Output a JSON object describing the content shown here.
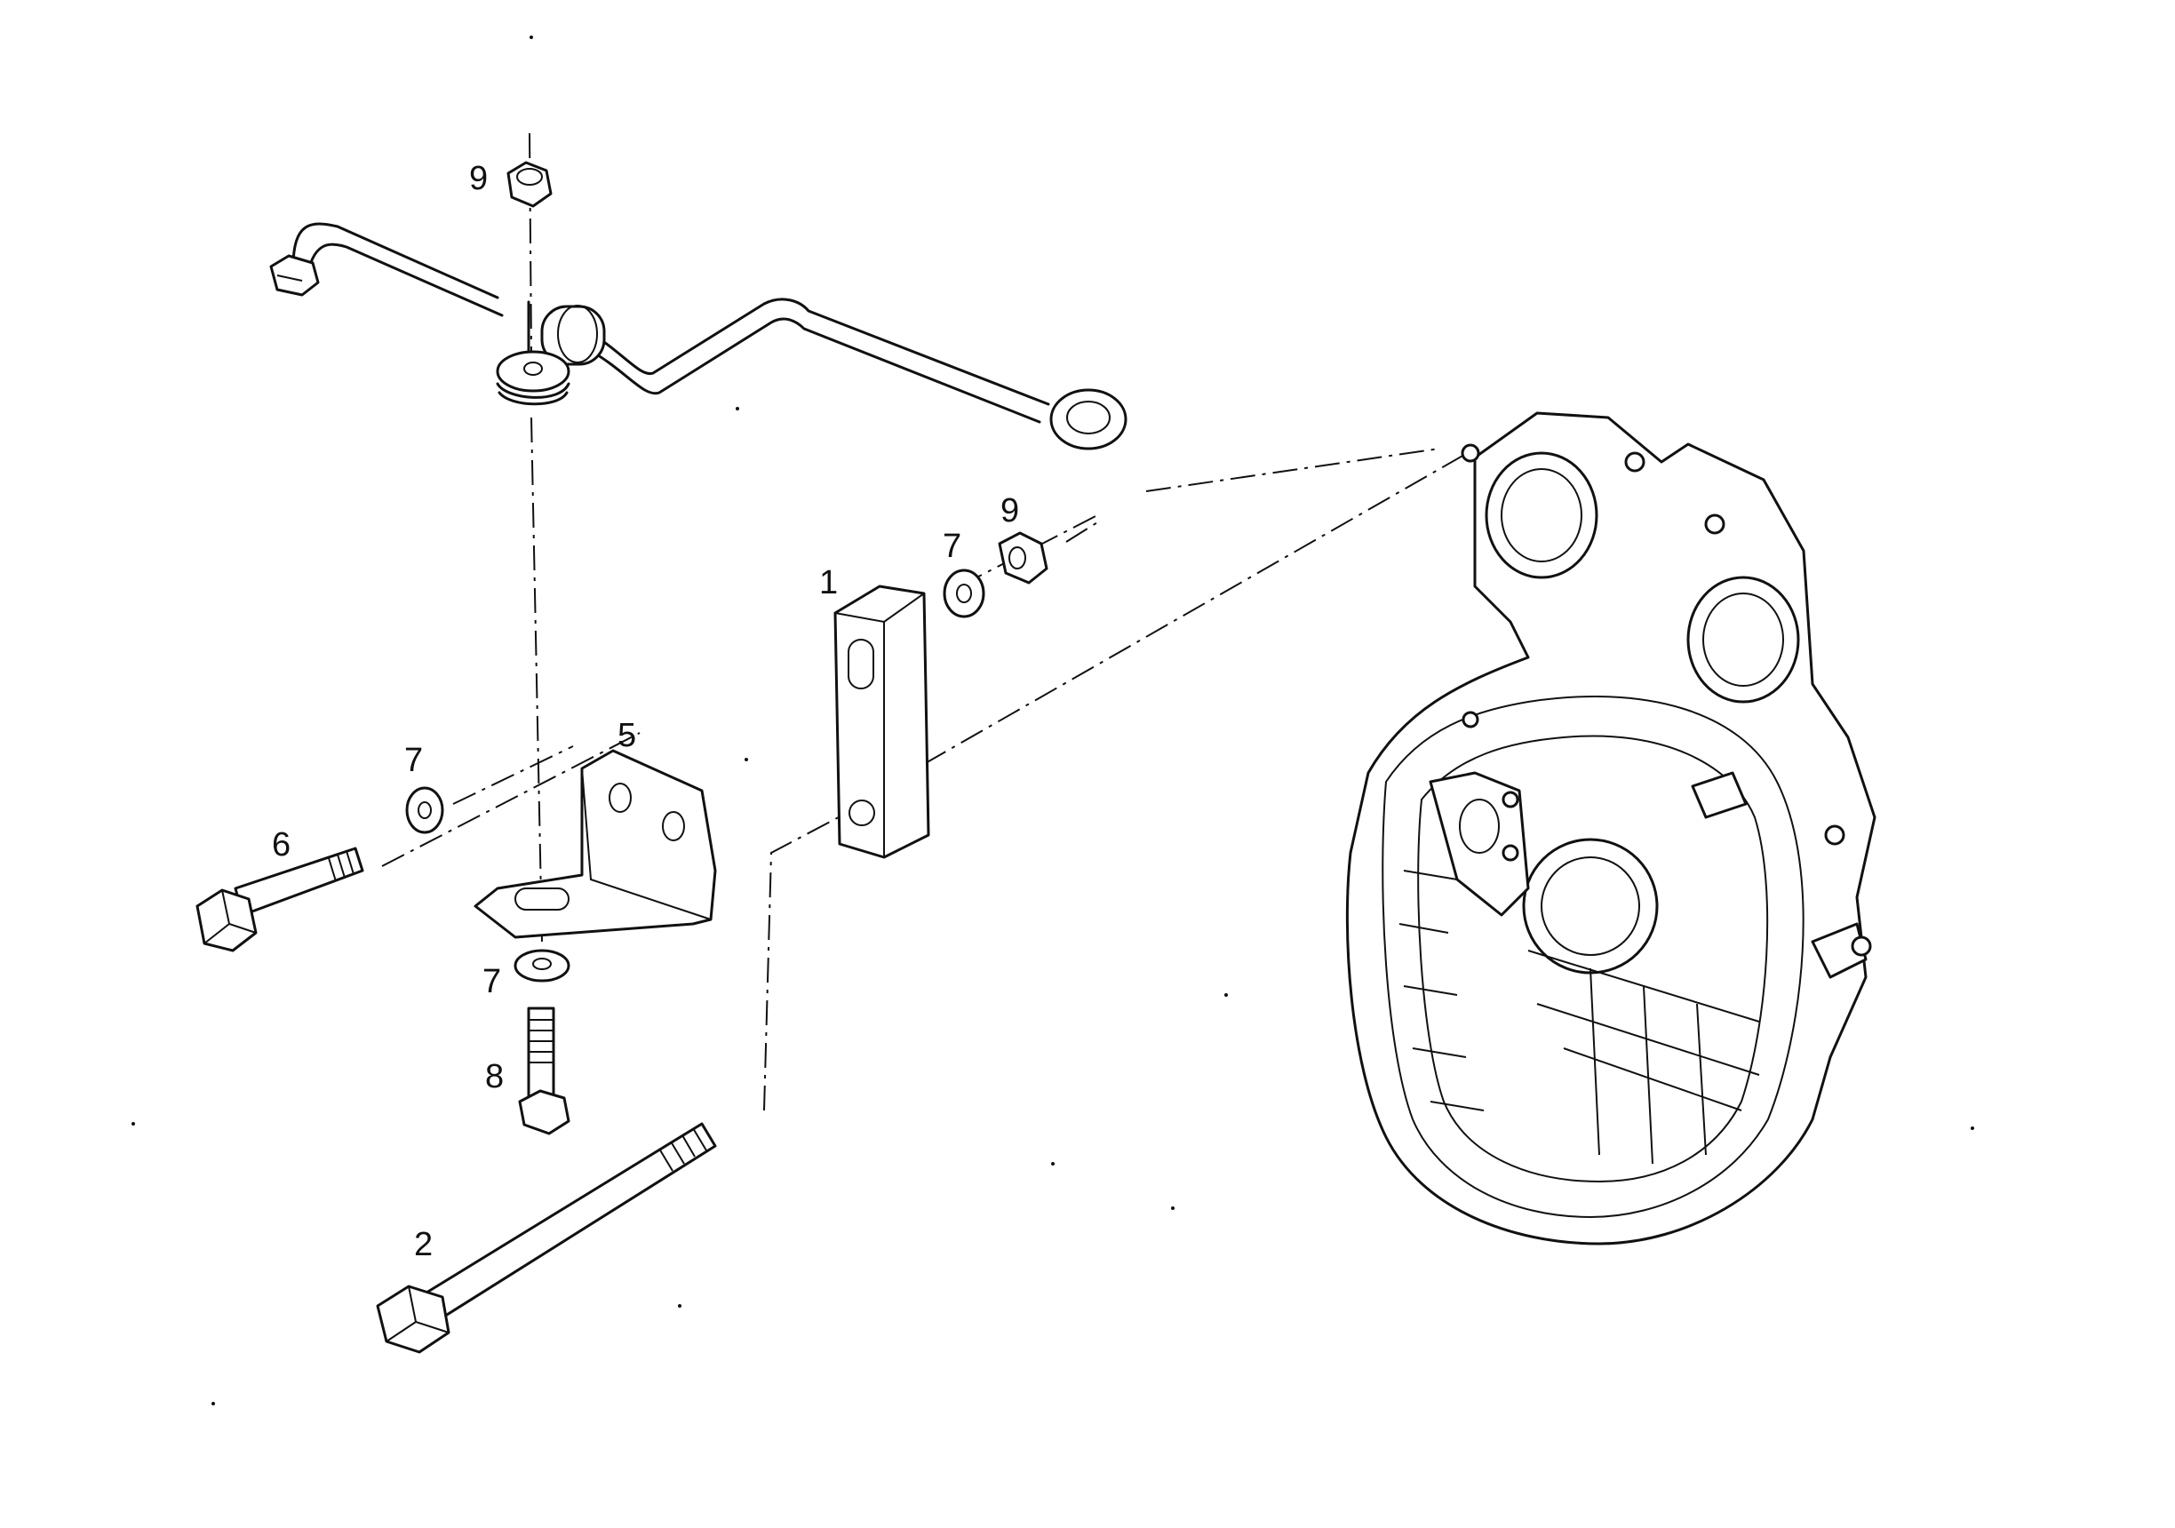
{
  "callouts": {
    "c1": "1",
    "c2": "2",
    "c5": "5",
    "c6": "6",
    "c7a": "7",
    "c7b": "7",
    "c7c": "7",
    "c8": "8",
    "c9a": "9",
    "c9b": "9"
  }
}
